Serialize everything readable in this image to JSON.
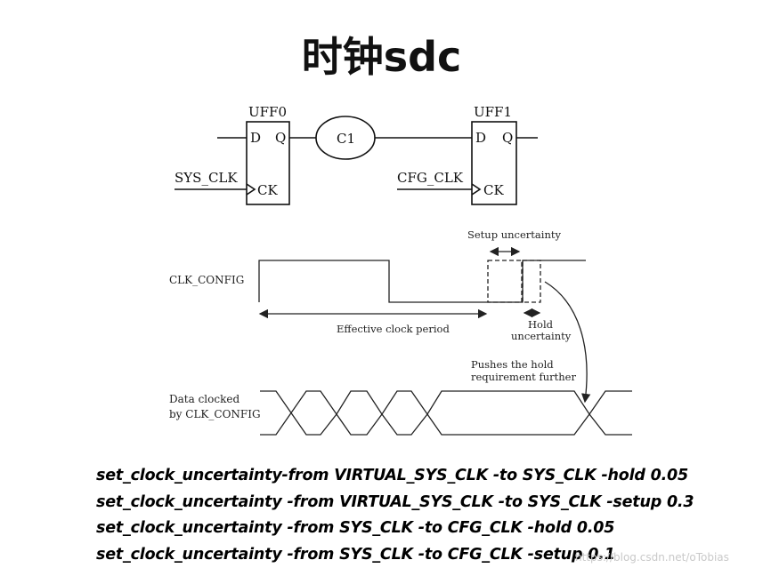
{
  "title": "时钟sdc",
  "circuit": {
    "ff0_name": "UFF0",
    "ff1_name": "UFF1",
    "pin_d": "D",
    "pin_q": "Q",
    "pin_ck": "CK",
    "comb_cell": "C1",
    "clk0": "SYS_CLK",
    "clk1": "CFG_CLK"
  },
  "timing": {
    "clock_name": "CLK_CONFIG",
    "setup_label": "Setup uncertainty",
    "hold_label_line1": "Hold",
    "hold_label_line2": "uncertainty",
    "period_label": "Effective clock period",
    "push_line1": "Pushes the hold",
    "push_line2": "requirement further",
    "data_line1": "Data clocked",
    "data_line2": "by CLK_CONFIG"
  },
  "commands": [
    "set_clock_uncertainty-from VIRTUAL_SYS_CLK  -to SYS_CLK -hold 0.05",
    "set_clock_uncertainty -from VIRTUAL_SYS_CLK -to SYS_CLK -setup 0.3",
    "set_clock_uncertainty -from SYS_CLK  -to CFG_CLK -hold 0.05",
    "set_clock_uncertainty -from SYS_CLK  -to CFG_CLK -setup 0.1"
  ],
  "watermark": "https://blog.csdn.net/oTobias"
}
